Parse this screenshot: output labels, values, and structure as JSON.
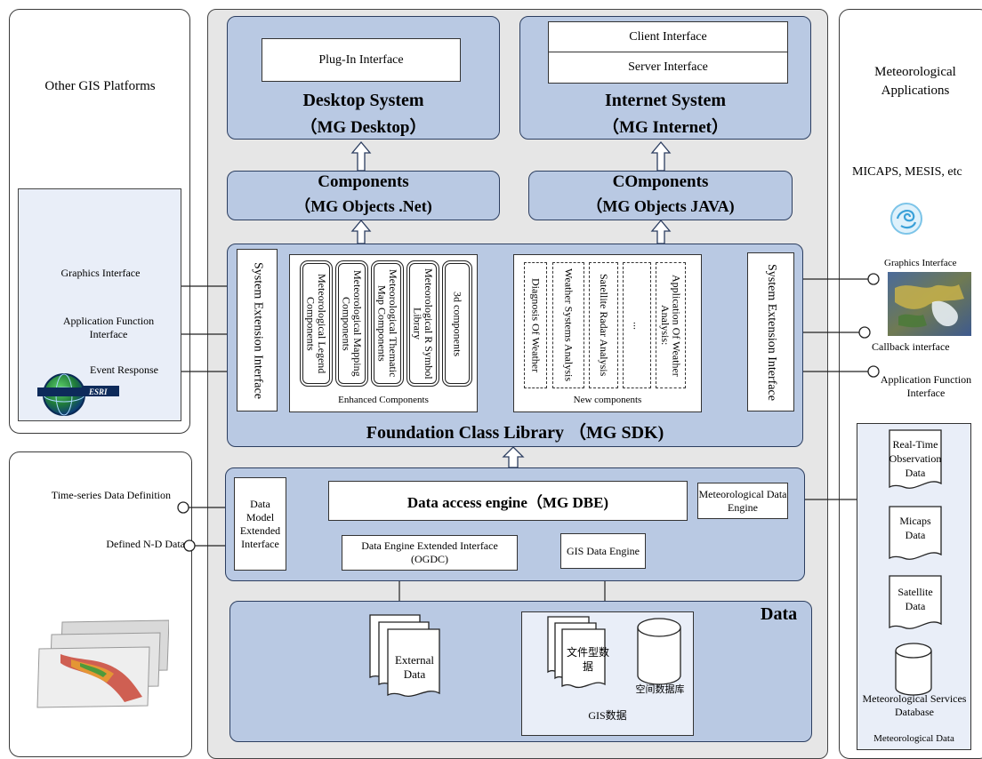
{
  "left": {
    "title": "Other GIS Platforms",
    "graphics_interface": "Graphics Interface",
    "application_function_interface": "Application Function Interface",
    "event_response": "Event Response",
    "esri_logo_text": "ESRI",
    "time_series": "Time-series Data Definition",
    "defined_nd": "Defined N-D Data"
  },
  "desktop": {
    "plugin": "Plug-In Interface",
    "title": "Desktop System",
    "subtitle": "（MG Desktop）"
  },
  "internet": {
    "client": "Client Interface",
    "server": "Server Interface",
    "title": "Internet System",
    "subtitle": "（MG Internet）"
  },
  "components_net": {
    "title": "Components",
    "subtitle": "（MG Objects .Net)"
  },
  "components_java": {
    "title": "COmponents",
    "subtitle": "（MG Objects JAVA)"
  },
  "sdk": {
    "title": "Foundation Class Library （MG SDK)",
    "left_ext": "System Extension Interface",
    "right_ext": "System Extension Interface",
    "enhanced_label": "Enhanced Components",
    "enhanced": [
      "Meteorological Legend Components",
      "Meteorological Mapping Components",
      "Meteorological Thematic Map Components",
      "Meteorological R Symbol Library",
      "3d components"
    ],
    "new_label": "New components",
    "new": [
      "Diagnosis Of Weather",
      "Weather Systems Analysis",
      "Satellite Radar Analysis",
      "...",
      "Application Of Weather Analysis:"
    ]
  },
  "dbe": {
    "title": "Data access engine（MG DBE)",
    "data_model": "Data Model Extended Interface",
    "met_engine": "Meteorological Data Engine",
    "ext_interface": "Data Engine Extended Interface (OGDC)",
    "gis_engine": "GIS Data Engine"
  },
  "data": {
    "title": "Data",
    "external": "External Data",
    "file_data": "文件型数据",
    "spatial_db": "空间数据库",
    "gis_data": "GIS数据"
  },
  "right": {
    "title": "Meteorological Applications",
    "micaps": "MICAPS, MESIS, etc",
    "graphics_interface": "Graphics Interface",
    "callback": "Callback interface",
    "application_function_interface": "Application Function Interface",
    "realtime": "Real-Time Observation Data",
    "micaps_data": "Micaps Data",
    "satellite": "Satellite Data",
    "services_db": "Meteorological Services Database",
    "met_data": "Meteorological Data"
  },
  "colors": {
    "blue_fill": "#b9c9e3",
    "gray_fill": "#e6e6e6",
    "light_fill": "#e9eef8"
  }
}
